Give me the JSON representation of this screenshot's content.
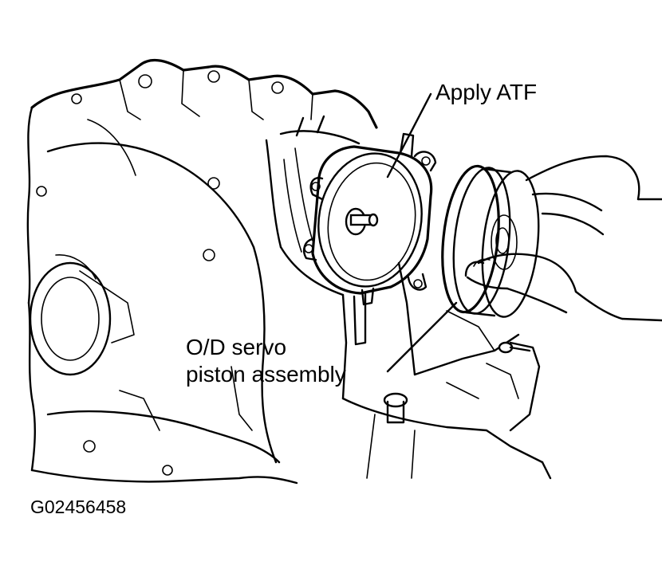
{
  "labels": {
    "apply": "Apply  ATF",
    "servo_line1": "O/D servo",
    "servo_line2": "piston assembly",
    "figure_code": "G02456458"
  },
  "colors": {
    "ink": "#000000",
    "background": "#ffffff"
  }
}
